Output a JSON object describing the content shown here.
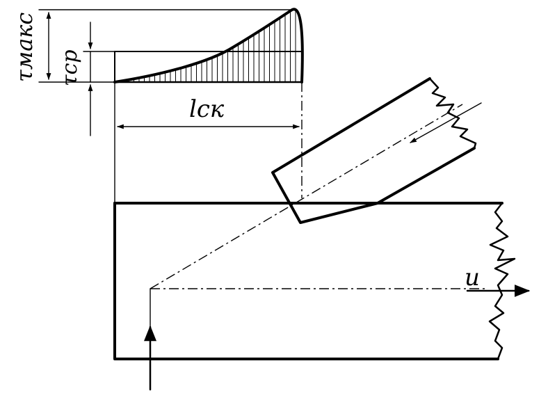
{
  "labels": {
    "tau_max": "τмакс",
    "tau_avg": "τср",
    "contact_length": "lск",
    "velocity": "u"
  },
  "colors": {
    "ink": "#000000",
    "paper": "#ffffff"
  }
}
